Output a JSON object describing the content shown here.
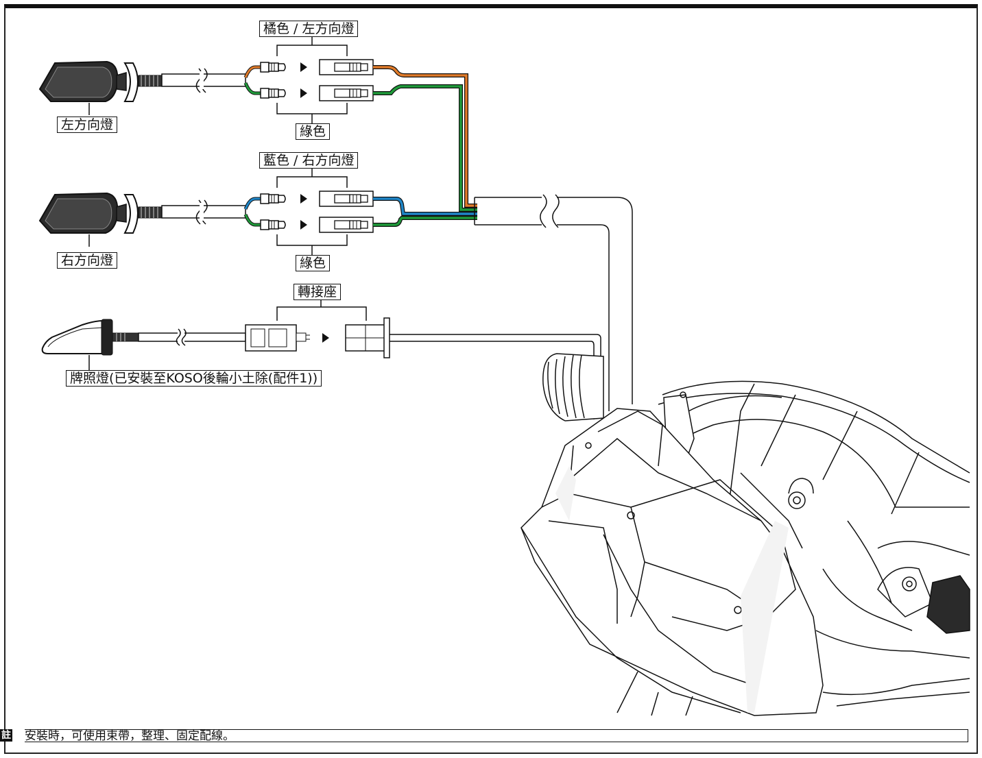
{
  "labels": {
    "orange_left": "橘色 / 左方向燈",
    "green_1": "綠色",
    "left_turn": "左方向燈",
    "blue_right": "藍色 / 右方向燈",
    "green_2": "綠色",
    "right_turn": "右方向燈",
    "adapter": "轉接座",
    "plate_light": "牌照燈(已安裝至KOSO後輪小土除(配件1))"
  },
  "note": {
    "badge": "註",
    "text": "安裝時，可使用束帶，整理、固定配線。"
  },
  "wire_colors": {
    "orange": "#e07b2a",
    "green": "#1f9a3a",
    "blue": "#1f86c8",
    "outline": "#111111"
  }
}
